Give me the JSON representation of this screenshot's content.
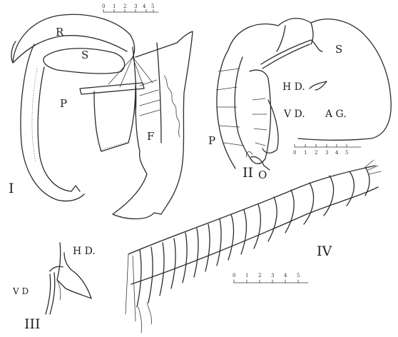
{
  "figures": {
    "I": {
      "numeral": "I",
      "labels": [
        "R",
        "S",
        "P",
        "F"
      ]
    },
    "II": {
      "numeral": "II",
      "labels": [
        "S",
        "H D.",
        "V D.",
        "A G.",
        "P",
        "O"
      ]
    },
    "III": {
      "numeral": "III",
      "labels": [
        "H D.",
        "V D"
      ]
    },
    "IV": {
      "numeral": "IV"
    }
  },
  "scale_bars": [
    {
      "ticks": [
        "0",
        "1",
        "2",
        "3",
        "4",
        "5"
      ]
    },
    {
      "ticks": [
        "0",
        "1",
        "2",
        "3",
        "4",
        "5"
      ]
    },
    {
      "ticks": [
        "0",
        "1",
        "2",
        "3",
        "4",
        "5"
      ]
    }
  ]
}
